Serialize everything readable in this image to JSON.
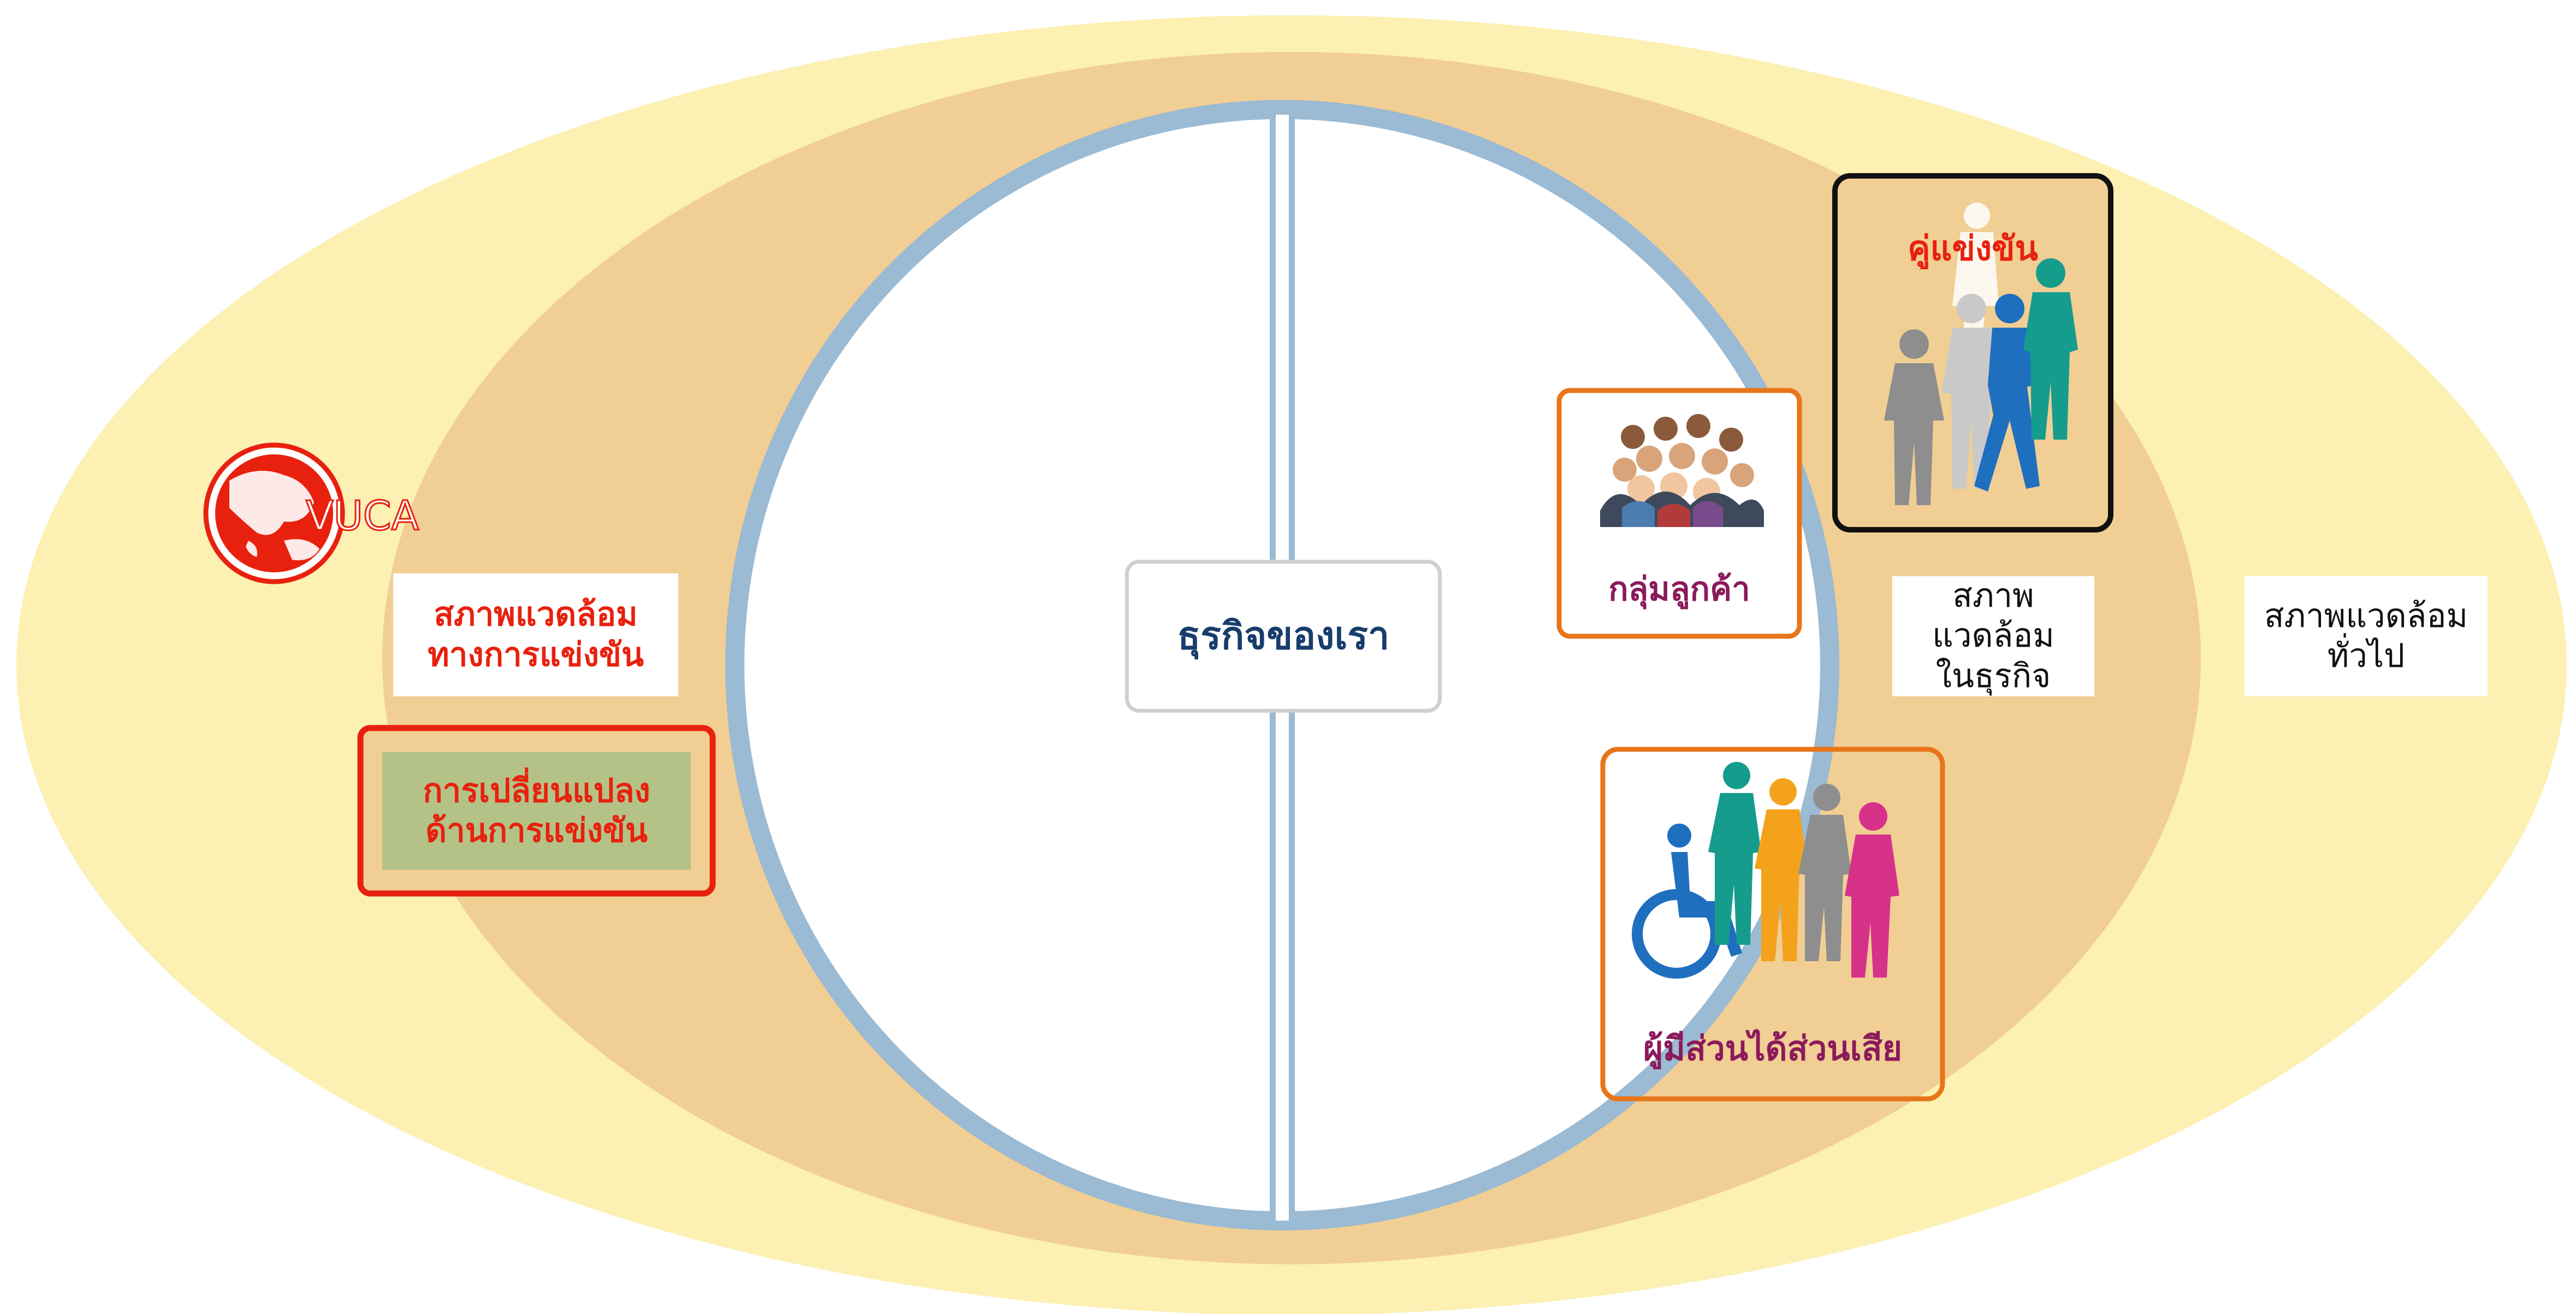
{
  "center": {
    "title": "ธุรกิจของเรา"
  },
  "left": {
    "vuca_label": "VUCA",
    "competitive_environment": "สภาพแวดล้อม\nทางการแข่งขัน",
    "competitive_change": "การเปลี่ยนแปลง\nด้านการแข่งขัน"
  },
  "right": {
    "customer_group": "กลุ่มลูกค้า",
    "competitors": "คู่แข่งขัน",
    "stakeholders": "ผู้มีส่วนได้ส่วนเสีย",
    "business_environment": "สภาพแวดล้อม\nในธุรกิจ",
    "general_environment": "สภาพแวดล้อม\nทั่วไป"
  },
  "colors": {
    "outer_ellipse": "#FCF0B3",
    "middle_ellipse": "#F1CE93",
    "ring": "#9BBAD3",
    "divider": "#9BBAD3",
    "red_accent": "#E8210E",
    "navy_text": "#173D6C",
    "purple_text": "#8B1A5C",
    "orange_frame": "#E8751A",
    "olive_fill": "#B4C287",
    "black_frame": "#111111"
  }
}
